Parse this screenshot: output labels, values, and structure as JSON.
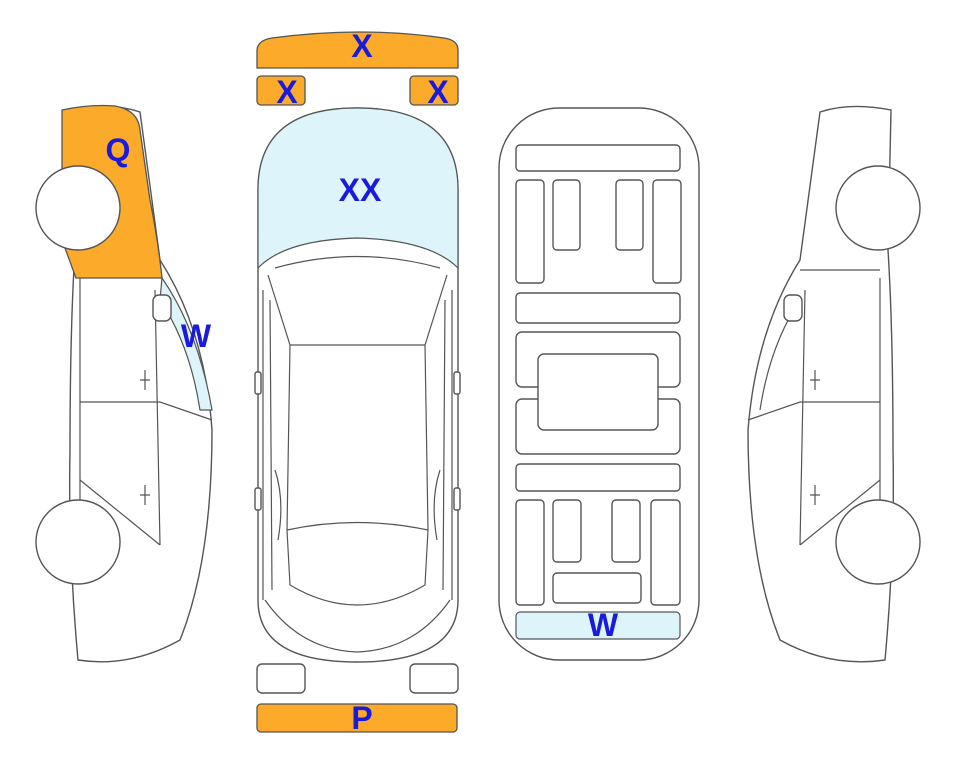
{
  "colors": {
    "damage_orange": "#FBAA2A",
    "glass_blue": "#DDF4FB",
    "label_blue": "#1a1adf",
    "outline": "#555555"
  },
  "labels": {
    "front_bumper": "X",
    "front_left_light": "X",
    "front_right_light": "X",
    "windshield": "XX",
    "left_fender": "Q",
    "left_a_pillar_glass": "W",
    "underbody_rear": "W",
    "rear_bumper": "P"
  }
}
